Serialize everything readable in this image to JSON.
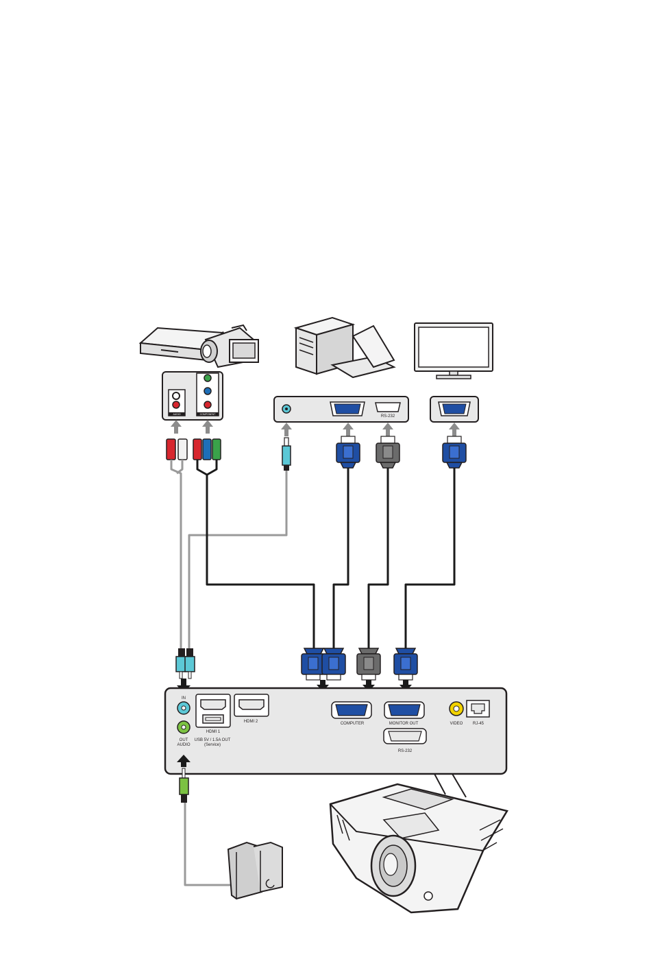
{
  "colors": {
    "panel": "#e8e8e8",
    "outline": "#231f20",
    "arrow": "#8c8c8c",
    "arrow_dark": "#1a1a1a",
    "vga_blue": "#1f4ea3",
    "vga_light": "#3b6fd0",
    "rs232_gray": "#6b6b6b",
    "audio_cyan": "#5cc8d6",
    "audio_green": "#7cc242",
    "rca_red": "#d7262e",
    "rca_white": "#f2f2f2",
    "rca_green": "#3aa24a",
    "rca_blue": "#1e6fb8",
    "video_yellow": "#f2d200",
    "cable_gray": "#9a9a9a",
    "cable_black": "#1a1a1a"
  },
  "labels": {
    "rs232_top": "RS-232",
    "in": "IN",
    "out": "OUT",
    "audio": "AUDIO",
    "hdmi1": "HDMI 1",
    "hdmi2": "HDMI 2",
    "usb": "USB 5V / 1.5A OUT",
    "service": "(Service)",
    "computer": "COMPUTER",
    "monitor_out": "MONITOR OUT",
    "video": "VIDEO",
    "rj45": "RJ-45",
    "rs232_bottom": "RS-232",
    "component": "COMPONENT",
    "audio_small": "AUDIO"
  }
}
